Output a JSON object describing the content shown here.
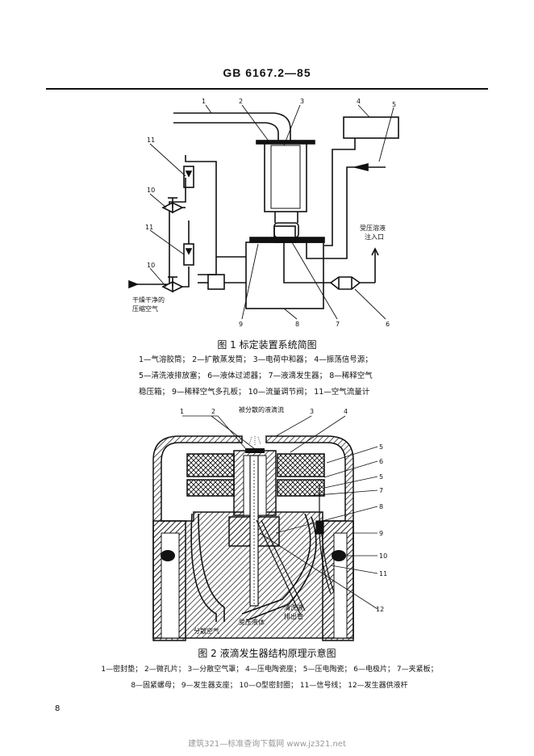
{
  "header": {
    "doc_id": "GB 6167.2—85"
  },
  "fig1": {
    "caption": "图 1  标定装置系统简图",
    "legend_lines": [
      "1—气溶胶筒； 2—扩散蒸发筒； 3—电荷中和器； 4—振荡信号源；",
      "5—清洗液排放塞； 6—液体过滤器； 7—液滴发生器； 8—稀释空气",
      "稳压箱； 9—稀释空气多孔板； 10—流量调节阀； 11—空气流量计"
    ],
    "callouts": [
      "1",
      "2",
      "3",
      "4",
      "5",
      "11",
      "10",
      "11",
      "10",
      "9",
      "8",
      "7",
      "6"
    ],
    "inlet_label_lines": [
      "受压溶液",
      "注入口"
    ],
    "air_label_lines": [
      "干燥干净的",
      "压缩空气"
    ]
  },
  "fig2": {
    "caption": "图 2  液滴发生器结构原理示意图",
    "legend_lines": [
      "1—密封垫； 2—微孔片； 3—分散空气罩； 4—压电陶瓷座； 5—压电陶瓷； 6—电极片； 7—夹紧板；",
      "8—固紧螺母； 9—发生器支座； 10—O型密封圈； 11—信号线； 12—发生器供液杆"
    ],
    "top_label": "被分散的液滴流",
    "callouts_top": [
      "1",
      "2",
      "3",
      "4"
    ],
    "callouts_right": [
      "5",
      "6",
      "5",
      "7",
      "8",
      "9",
      "10",
      "11",
      "12"
    ],
    "bottom_labels": {
      "air": "分散空气",
      "liquid": "受压液体",
      "drain_lines": [
        "清洗液",
        "排出管"
      ]
    }
  },
  "page_number": "8",
  "footer": "建筑321—标准查询下载网    www.jz321.net"
}
